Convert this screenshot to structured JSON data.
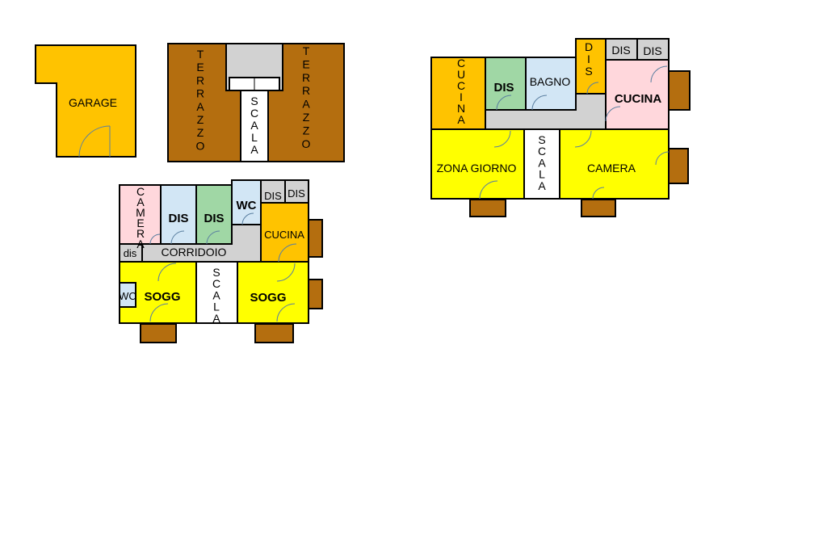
{
  "colors": {
    "garage": "#FFC300",
    "terrace": "#B46E0F",
    "stairs": "#FFFFFF",
    "service": "#D2D2D2",
    "bedroom": "#FFFF00",
    "pink": "#FFD7DC",
    "green": "#A0D7A5",
    "blue": "#D2E6F5",
    "kitchen": "#FFC300",
    "wall": "#000000"
  },
  "garage_plan": {
    "garage": "GARAGE"
  },
  "terrace_plan": {
    "terrace_left": "TERRAZZO",
    "terrace_right": "TERRAZZO",
    "stairs": "SCALA"
  },
  "left_floor": {
    "camera": "CAMERA",
    "dis_1": "DIS",
    "dis_2": "DIS",
    "wc_top": "WC",
    "dis_small_1": "DIS",
    "dis_small_2": "DIS",
    "kitchen": "CUCINA",
    "dis_lower": "dis",
    "corridor": "CORRIDOIO",
    "wc_small": "WC",
    "sogg_left": "SOGG",
    "stairs": "SCALA",
    "sogg_right": "SOGG"
  },
  "right_floor": {
    "kitchen_vertical": "CUCINA",
    "dis_green": "DIS",
    "bathroom": "BAGNO",
    "dis_vertical": "DIS",
    "dis_top_1": "DIS",
    "dis_top_2": "DIS",
    "kitchen": "CUCINA",
    "living_zone": "ZONA GIORNO",
    "stairs": "SCALA",
    "camera": "CAMERA"
  }
}
